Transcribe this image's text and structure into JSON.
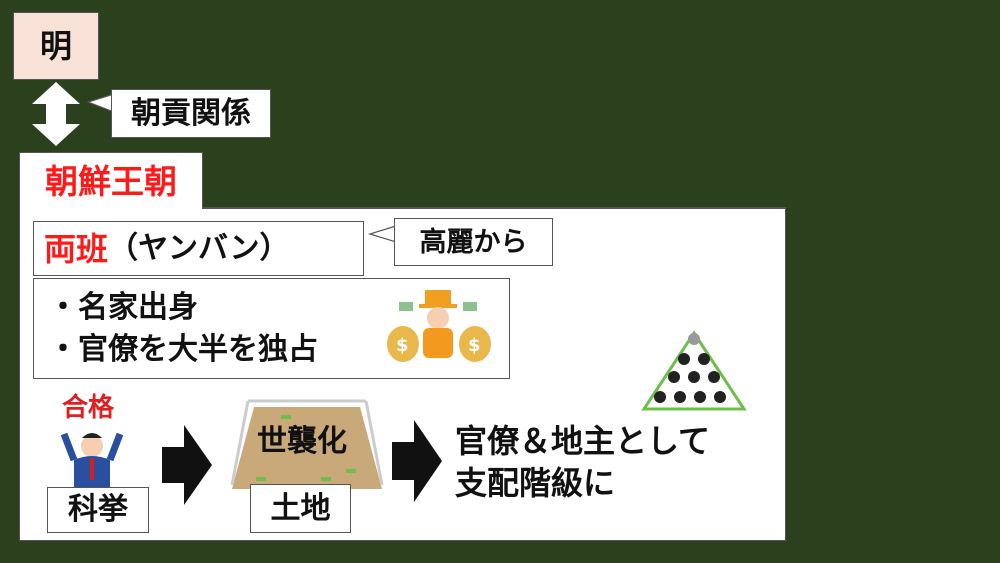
{
  "ming": {
    "label": "明",
    "fill": "#f8e1d6"
  },
  "tribute": {
    "label": "朝貢関係"
  },
  "joseon": {
    "label": "朝鮮王朝",
    "color": "#ff1a1a"
  },
  "yangban": {
    "term": "両班",
    "reading": "（ヤンバン）"
  },
  "goryeo_note": {
    "label": "高麗から"
  },
  "traits": [
    "・名家出身",
    "・官僚を大半を独占"
  ],
  "exam": {
    "badge": "合格",
    "label": "科挙"
  },
  "land": {
    "overlay": "世襲化",
    "label": "土地"
  },
  "result": {
    "line1": "官僚＆地主として",
    "line2": "支配階級に"
  },
  "icons": [
    "double-arrow-icon",
    "rich-man-illustration",
    "exam-pass-illustration",
    "arrow-right-icon",
    "fenced-field-illustration",
    "pyramid-people-illustration"
  ]
}
